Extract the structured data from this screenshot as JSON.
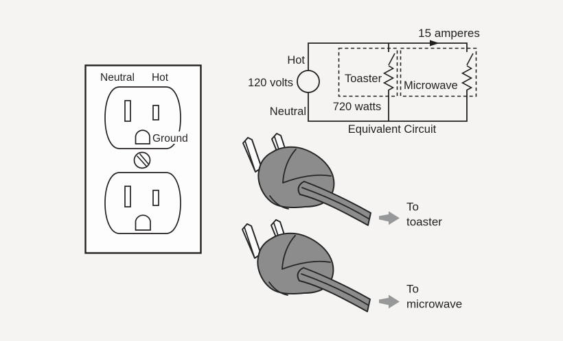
{
  "colors": {
    "background": "#f5f4f2",
    "line": "#231f20",
    "plate": "#fdfdfd",
    "prong": "#fbfbfb",
    "plug_body": "#8c8c8c",
    "arrow": "#96989a"
  },
  "outlet": {
    "neutral_label": "Neutral",
    "hot_label": "Hot",
    "ground_label": "Ground"
  },
  "circuit": {
    "hot_label": "Hot",
    "voltage_label": "120 volts",
    "neutral_label": "Neutral",
    "current_label": "15 amperes",
    "toaster_label": "Toaster",
    "toaster_power_label": "720 watts",
    "microwave_label": "Microwave",
    "caption": "Equivalent Circuit"
  },
  "plugs": {
    "toaster": {
      "line1": "To",
      "line2": "toaster"
    },
    "microwave": {
      "line1": "To",
      "line2": "microwave"
    }
  }
}
